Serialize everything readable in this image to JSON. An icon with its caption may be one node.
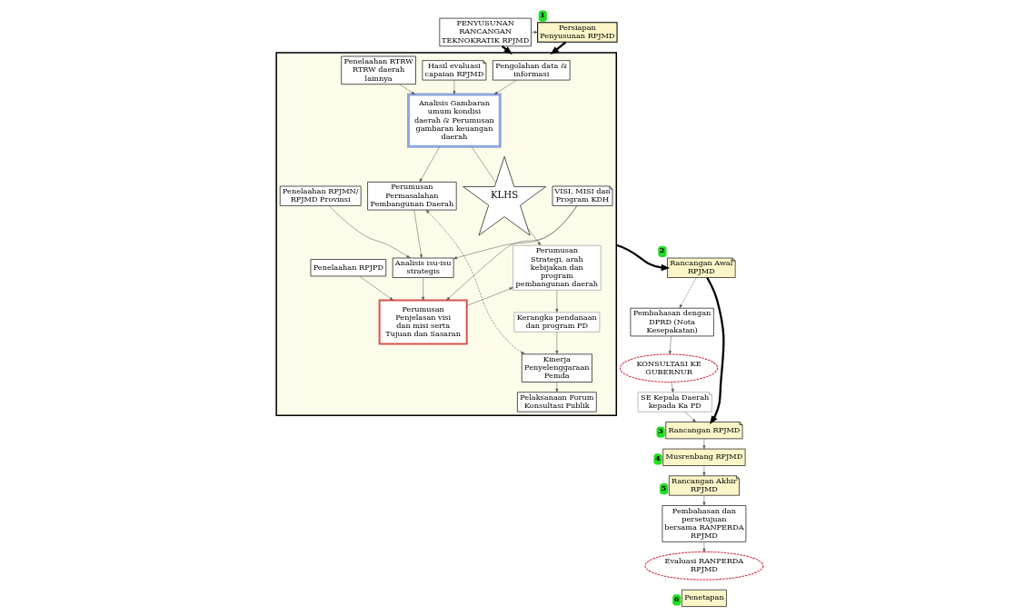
{
  "diagram": {
    "nodes": [
      {
        "text": [
          "Persiapan Penyusunan RPJMD"
        ],
        "beside": [
          "1"
        ]
      },
      {
        "text": [
          "PENYUSUNAN RANCANGAN TEKNOKRATIK RPJMD"
        ]
      },
      {
        "text": [],
        "shape": "box"
      },
      {
        "text": [
          "Pengolahan data & informasi"
        ],
        "in": 2
      },
      {
        "text": [
          "VISI, MISI dan Program KDH"
        ],
        "in": 2
      },
      {
        "text": [
          "Hasil evaluasi capaian RPJMD"
        ],
        "in": 2
      },
      {
        "text": [
          "Penelaahan RTRW RTRW daerah lainnya"
        ],
        "in": 2
      },
      {
        "text": [
          "Penelaahan RPJMN/ RPJMD Provinsi"
        ],
        "in": 2
      },
      {
        "text": [
          "Analisis isu-isu strategis"
        ],
        "in": 2
      },
      {
        "text": [
          "Analisis Gambaran umum kondisi daerah & Perumusan gambaran keuangan daerah"
        ],
        "in": 2
      },
      {
        "text": [
          "Perumusan Permasalahan Pembangunan Daerah"
        ],
        "in": 2
      },
      {
        "text": [
          "Penelaahan RPJPD"
        ],
        "in": 2
      },
      {
        "text": [
          "Perumusan Penjelasan visi dan misi serta Tujuan dan Sasaran"
        ],
        "in": 2
      },
      {
        "text": [
          "Perumusan Strategi, arah kebijakan dan program pembangunan daerah"
        ],
        "in": 2
      },
      {
        "text": [
          "Kerangka pendanaan dan program PD"
        ],
        "in": 2
      },
      {
        "text": [
          "Kinerja Penyelenggaraan Pemda"
        ],
        "in": 2
      },
      {
        "text": [
          "Pelaksanaan Forum Konsultasi Publik"
        ],
        "in": 2
      },
      {
        "text": [
          "KLHS"
        ],
        "in": 2
      },
      {
        "text": [
          "Rancangan Awal RPJMD"
        ],
        "beside": [
          "2"
        ]
      },
      {
        "text": [
          "Pembahasan dengan DPRD (Nota Kesepakatan)"
        ]
      },
      {
        "text": [
          "KONSULTASI KE GUBERNUR"
        ]
      },
      {
        "text": [
          "Rancangan RPJMD"
        ],
        "beside": [
          "3"
        ]
      },
      {
        "text": [
          "SE Kepala Daerah kepada Ka PD"
        ]
      },
      {
        "text": [
          "Musrenbang RPJMD"
        ],
        "beside": [
          "4"
        ]
      },
      {
        "text": [
          "Rancangan Akhir RPJMD"
        ],
        "beside": [
          "5"
        ]
      },
      {
        "text": [
          "Pembahasan dan persetujuan bersama RANPERDA RPJMD"
        ]
      },
      {
        "text": [
          "Evaluasi RANPERDA RPJMD"
        ]
      },
      {
        "text": [
          "Penetapan"
        ],
        "beside": [
          "6"
        ]
      }
    ],
    "edges": [
      {
        "from": 1,
        "to": 0,
        "arrow": "to"
      },
      {
        "from": 1,
        "to": 2,
        "arrow": "to",
        "style": "thick"
      },
      {
        "from": 0,
        "to": 2,
        "arrow": "to",
        "style": "thick"
      },
      {
        "from": 3,
        "to": 9,
        "arrow": "to"
      },
      {
        "from": 5,
        "to": 9,
        "arrow": "to"
      },
      {
        "from": 6,
        "to": 9,
        "arrow": "to"
      },
      {
        "from": 4,
        "to": 12,
        "arrow": "to"
      },
      {
        "from": 4,
        "to": 8,
        "arrow": "to"
      },
      {
        "from": 7,
        "to": 8,
        "arrow": "to"
      },
      {
        "from": 9,
        "to": 10,
        "arrow": "to"
      },
      {
        "from": 10,
        "to": 8,
        "arrow": "to"
      },
      {
        "from": 8,
        "to": 12,
        "arrow": "to"
      },
      {
        "from": 11,
        "to": 12,
        "arrow": "to"
      },
      {
        "from": 12,
        "to": 13,
        "arrow": "to"
      },
      {
        "from": 13,
        "to": 14,
        "arrow": "to"
      },
      {
        "from": 14,
        "to": 15,
        "arrow": "to"
      },
      {
        "from": 15,
        "to": 16,
        "arrow": "to"
      },
      {
        "from": 15,
        "to": 10,
        "arrow": "both",
        "style": "dashed"
      },
      {
        "from": 9,
        "to": 17,
        "arrow": "none"
      },
      {
        "from": 17,
        "to": 13,
        "arrow": "to"
      },
      {
        "from": 2,
        "to": 18,
        "arrow": "to",
        "style": "thick"
      },
      {
        "from": 18,
        "to": 19,
        "arrow": "to",
        "style": "dashed"
      },
      {
        "from": 18,
        "to": 21,
        "arrow": "to",
        "style": "thick"
      },
      {
        "from": 19,
        "to": 20,
        "arrow": "to"
      },
      {
        "from": 20,
        "to": 22,
        "arrow": "to"
      },
      {
        "from": 22,
        "to": 21,
        "arrow": "to"
      },
      {
        "from": 21,
        "to": 23,
        "arrow": "to"
      },
      {
        "from": 23,
        "to": 24,
        "arrow": "to"
      },
      {
        "from": 24,
        "to": 25,
        "arrow": "to"
      },
      {
        "from": 25,
        "to": 26,
        "arrow": "to"
      }
    ]
  }
}
